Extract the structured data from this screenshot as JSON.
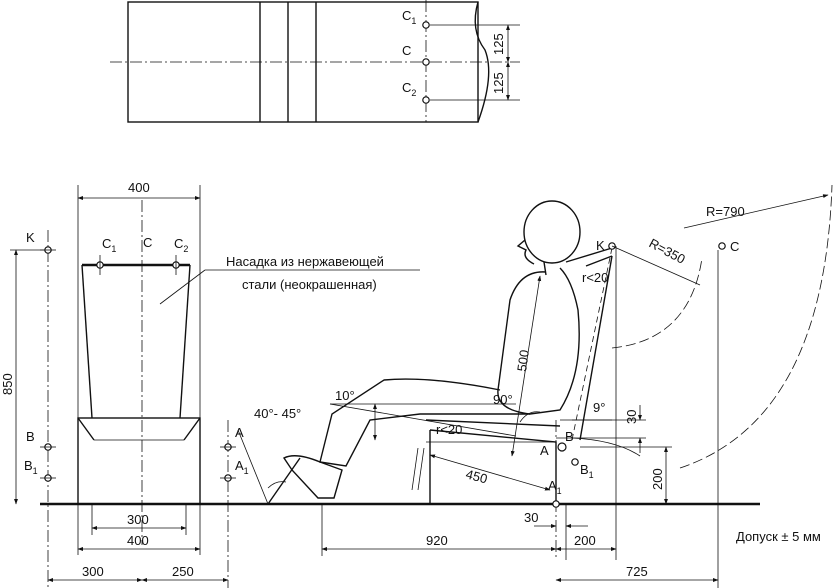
{
  "plan": {
    "points": {
      "c1": "C",
      "c1_sub": "1",
      "c": "C",
      "c2": "C",
      "c2_sub": "2"
    },
    "dims": {
      "upper": "125",
      "lower": "125"
    }
  },
  "front": {
    "width_top": "400",
    "points": {
      "c1": "C",
      "c1_sub": "1",
      "c": "C",
      "c2": "C",
      "c2_sub": "2",
      "k": "K",
      "b": "B",
      "b1": "B",
      "b1_sub": "1",
      "a": "A",
      "a1": "A",
      "a1_sub": "1"
    },
    "height": "850",
    "base_inner": "300",
    "base_outer": "400",
    "offset_left": "300",
    "offset_right": "250",
    "note_line1": "Насадка из нержавеющей",
    "note_line2": "стали (неокрашенная)"
  },
  "side": {
    "points": {
      "k": "K",
      "c": "C",
      "a": "A",
      "a1": "A",
      "a1_sub": "1",
      "b": "B",
      "b1": "B",
      "b1_sub": "1"
    },
    "r_large": "R=790",
    "r_small": "R=350",
    "fillet_back": "r<20",
    "fillet_seat": "r<20",
    "torso": "500",
    "angle_knee": "10°",
    "angle_foot": "40°- 45°",
    "angle_hip": "90°",
    "angle_back": "9°",
    "dim_30_vert": "30",
    "dim_200_vert": "200",
    "seat_len": "450",
    "dim_920": "920",
    "dim_30_horiz": "30",
    "dim_200_horiz": "200",
    "dim_725": "725",
    "tolerance": "Допуск ± 5 мм"
  }
}
